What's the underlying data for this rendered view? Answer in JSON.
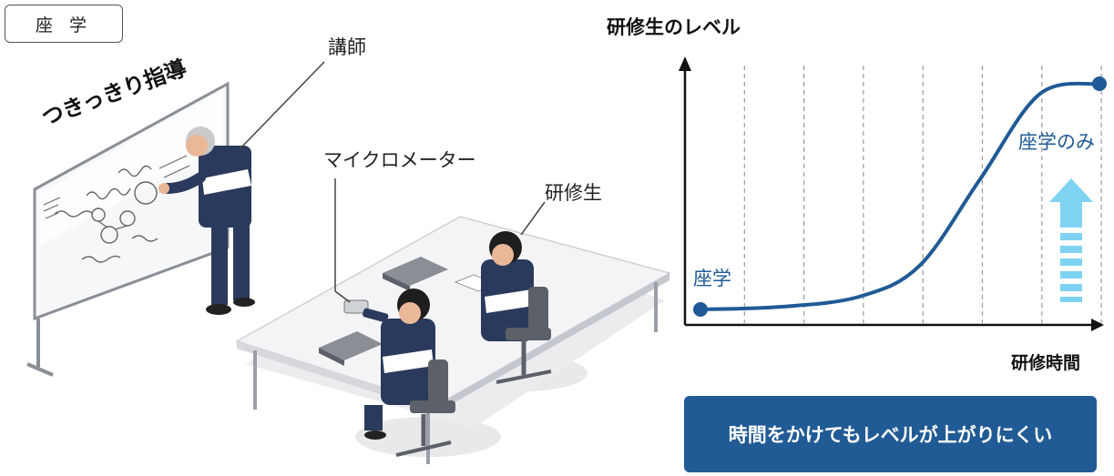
{
  "section_tag": "座 学",
  "illustration": {
    "slogan": "つきっきり指導",
    "label_instructor": "講師",
    "label_micrometer": "マイクロメーター",
    "label_trainee": "研修生"
  },
  "chart": {
    "title": "研修生のレベル",
    "xlabel": "研修時間",
    "point_start_label": "座学",
    "point_end_label": "座学のみ",
    "banner": "時間をかけてもレベルが上がりにくい"
  },
  "colors": {
    "accent": "#215b95",
    "curve": "#1f5a96",
    "arrow": "#7fd3f2",
    "uniform": "#2a3a5c"
  },
  "icons": [
    "up-arrow-icon"
  ],
  "chart_data": {
    "type": "line",
    "title": "研修生のレベル",
    "xlabel": "研修時間",
    "ylabel": "",
    "grid": "vertical-dashed",
    "series": [
      {
        "values": [
          {
            "x": 0.0,
            "y": 0.05
          },
          {
            "x": 0.2,
            "y": 0.06
          },
          {
            "x": 0.4,
            "y": 0.1
          },
          {
            "x": 0.55,
            "y": 0.22
          },
          {
            "x": 0.7,
            "y": 0.55
          },
          {
            "x": 0.85,
            "y": 0.88
          },
          {
            "x": 1.0,
            "y": 0.92
          }
        ]
      }
    ],
    "annotations": [
      "座学",
      "座学のみ"
    ]
  }
}
